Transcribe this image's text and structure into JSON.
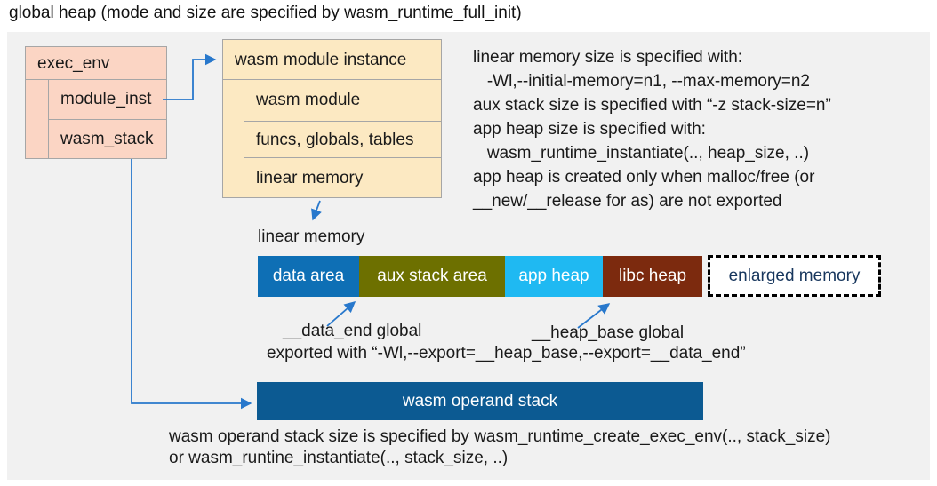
{
  "title": "global heap (mode and size are specified by wasm_runtime_full_init)",
  "exec_env": {
    "header": "exec_env",
    "rows": [
      "module_inst",
      "wasm_stack"
    ]
  },
  "module_instance": {
    "header": "wasm module instance",
    "rows": [
      "wasm module",
      "funcs, globals, tables",
      "linear memory"
    ]
  },
  "notes": {
    "lines": [
      "linear memory size is specified with:",
      "   -Wl,--initial-memory=n1, --max-memory=n2",
      "aux stack size is specified with “-z stack-size=n”",
      "app heap size is specified with:",
      "   wasm_runtime_instantiate(.., heap_size, ..)",
      "app heap is created only when malloc/free (or",
      "__new/__release for as) are not exported"
    ]
  },
  "linear_memory": {
    "label": "linear memory",
    "segments": [
      {
        "label": "data area",
        "color": "#0E6FB5"
      },
      {
        "label": "aux stack area",
        "color": "#6D7000"
      },
      {
        "label": "app heap",
        "color": "#1FB9F2"
      },
      {
        "label": "libc heap",
        "color": "#7C2A0E"
      },
      {
        "label": "enlarged memory",
        "color": "#FFFFFF",
        "text_color": "#17365D",
        "border": "dashed"
      }
    ],
    "data_end_label": "__data_end global",
    "heap_base_label": "__heap_base global",
    "export_note": "exported with “-Wl,--export=__heap_base,--export=__data_end”"
  },
  "operand_stack": {
    "label": "wasm operand stack",
    "color": "#0C5A92",
    "notes": [
      "wasm operand stack size is specified by wasm_runtime_create_exec_env(.., stack_size)",
      "or wasm_runtine_instantiate(.., stack_size, ..)"
    ]
  },
  "colors": {
    "panel_bg": "#F1F1F1",
    "exec_env_fill": "#FBD5C4",
    "module_instance_fill": "#FCE9C2",
    "box_border": "#A6A6A6",
    "arrow": "#2878CC",
    "enlarged_memory_text": "#17365D",
    "text": "#1A1A1A"
  }
}
